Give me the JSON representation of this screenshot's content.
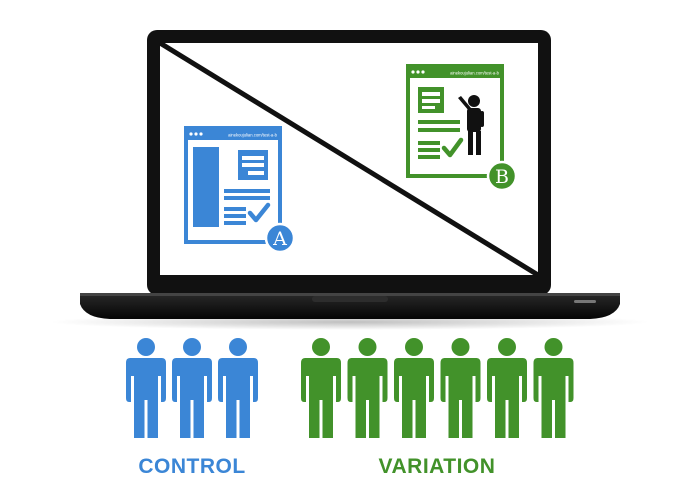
{
  "colors": {
    "blue": "#3b86d6",
    "green": "#42922a",
    "laptop": "#111111",
    "screen": "#ffffff"
  },
  "variant_a": {
    "url": "ainekoujulian.com/test-a-b",
    "badge": "A"
  },
  "variant_b": {
    "url": "ainekoujulian.com/test-a-b",
    "badge": "B"
  },
  "groups": {
    "control": {
      "label": "CONTROL",
      "count": 3
    },
    "variation": {
      "label": "VARIATION",
      "count": 6
    }
  }
}
